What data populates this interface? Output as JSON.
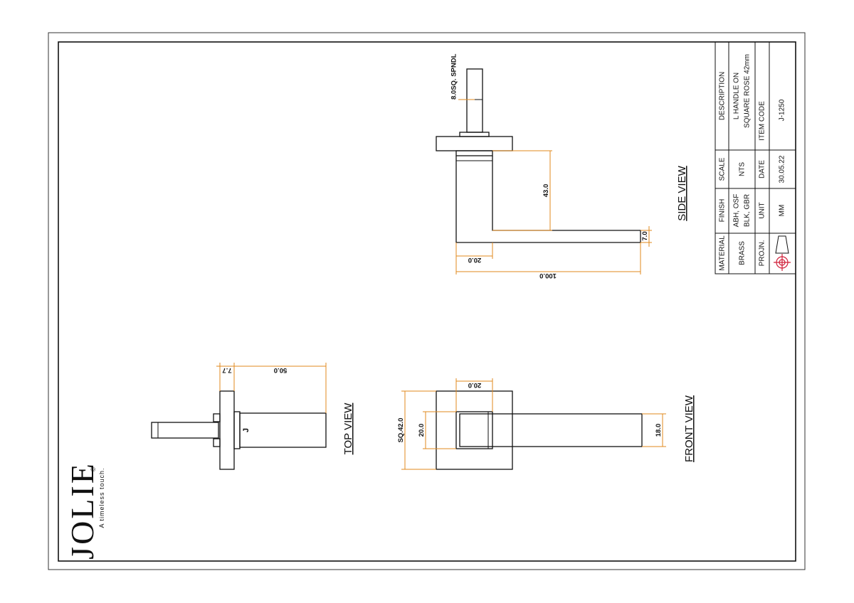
{
  "drawing": {
    "views": {
      "side": "SIDE VIEW",
      "top": "TOP VIEW",
      "front": "FRONT VIEW"
    },
    "dimensions": {
      "spindle": "8.0SQ. SPNDL",
      "side_height": "43.0",
      "side_width": "20.0",
      "side_length": "100.0",
      "side_thickness": "7.0",
      "top_offset": "7.7",
      "top_length": "50.0",
      "front_width": "20.0",
      "front_rose": "SQ.42.0",
      "front_inner": "20.0",
      "front_height": "18.0"
    },
    "colors": {
      "dimension": "#e08a1e",
      "projection_symbol": "#d0203a"
    }
  },
  "brand": {
    "name": "JOLIE",
    "tagline": "A timeless touch.",
    "mark": "©"
  },
  "title_block": {
    "material_label": "MATERIAL",
    "material_value": "BRASS",
    "finish_label": "FINISH",
    "finish_value_1": "ABH, OSF",
    "finish_value_2": "BLK, GBR",
    "scale_label": "SCALE",
    "scale_value": "NTS",
    "description_label": "DESCRIPTION",
    "description_value_1": "L HANDLE ON",
    "description_value_2": "SQUARE ROSE 42mm",
    "projection_label": "PROJN.",
    "unit_label": "UNIT",
    "unit_value": "MM",
    "date_label": "DATE",
    "date_value": "30.05.22",
    "item_code_label": "ITEM CODE",
    "item_code_value": "J-1250"
  }
}
